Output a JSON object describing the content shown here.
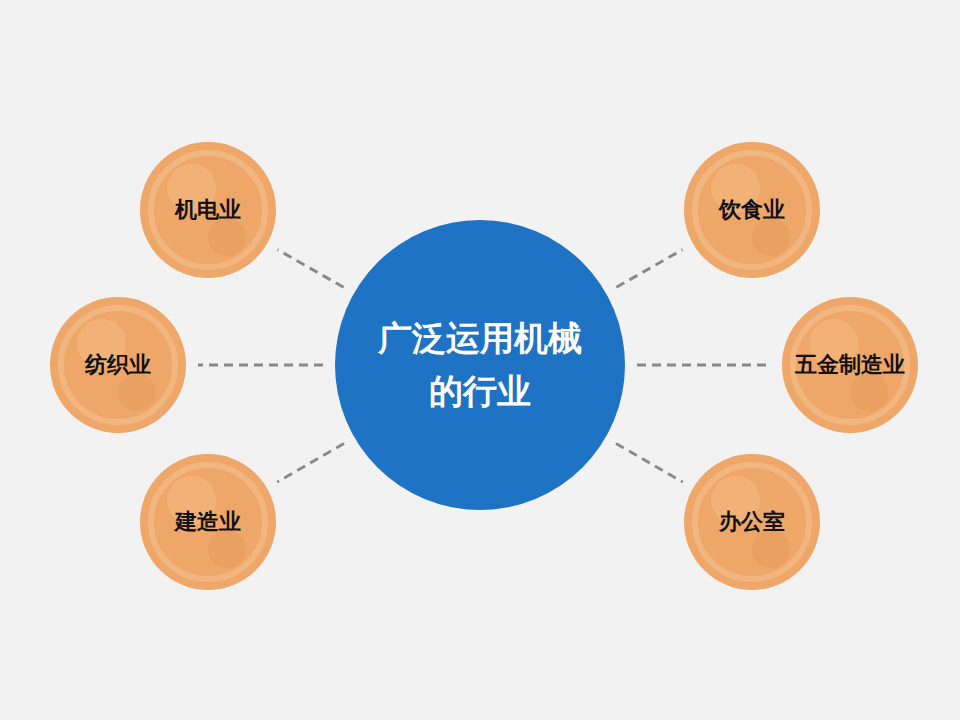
{
  "diagram": {
    "nodes": [
      {
        "text": [
          "广泛运用机械 的行业"
        ]
      },
      {
        "text": [
          "机电业"
        ]
      },
      {
        "text": [
          "纺织业"
        ]
      },
      {
        "text": [
          "建造业"
        ]
      },
      {
        "text": [
          "饮食业"
        ]
      },
      {
        "text": [
          "五金制造业"
        ]
      },
      {
        "text": [
          "办公室"
        ]
      }
    ],
    "edges": [
      {
        "from": 0,
        "to": 1,
        "arrow": "none"
      },
      {
        "from": 0,
        "to": 2,
        "arrow": "none"
      },
      {
        "from": 0,
        "to": 3,
        "arrow": "none"
      },
      {
        "from": 0,
        "to": 4,
        "arrow": "none"
      },
      {
        "from": 0,
        "to": 5,
        "arrow": "none"
      },
      {
        "from": 0,
        "to": 6,
        "arrow": "none"
      }
    ]
  }
}
